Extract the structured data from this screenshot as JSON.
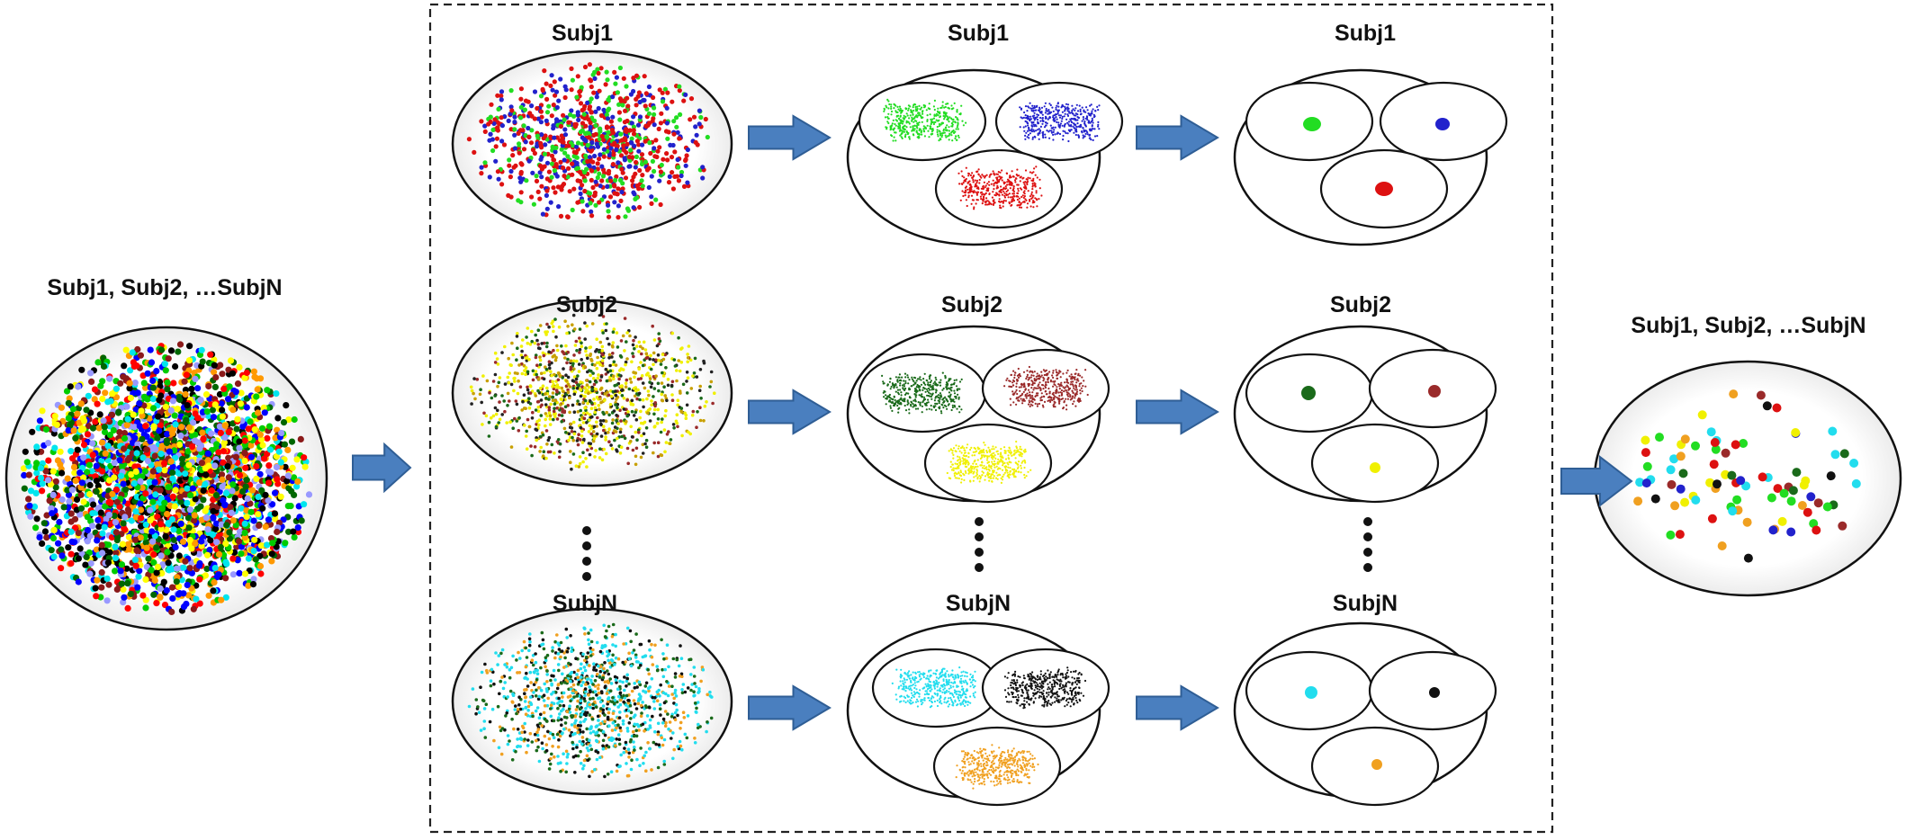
{
  "labels": {
    "all_subjects": "Subj1, Subj2, …SubjN",
    "subj1": "Subj1",
    "subj2": "Subj2",
    "subjN": "SubjN"
  },
  "colors": {
    "arrow_fill": "#4a7fbf",
    "arrow_stroke": "#2f5e95",
    "frame": "#222222",
    "subj1_clusters": [
      "#22dd22",
      "#2222cc",
      "#dd1111"
    ],
    "subj2_clusters": [
      "#1a6a1a",
      "#9a2a2a",
      "#f0f000"
    ],
    "subjN_clusters": [
      "#22ddee",
      "#111111",
      "#f0a020"
    ],
    "mixed_palette": [
      "#ff0000",
      "#0000ff",
      "#00cc00",
      "#ffff00",
      "#00e5ee",
      "#000000",
      "#8b1a1a",
      "#ff9900",
      "#006600",
      "#9999ff"
    ]
  },
  "pipeline": {
    "stages": [
      "pooled subjects",
      "per-subject raw data",
      "per-subject clusters",
      "per-subject centroids",
      "pooled centroids"
    ]
  }
}
